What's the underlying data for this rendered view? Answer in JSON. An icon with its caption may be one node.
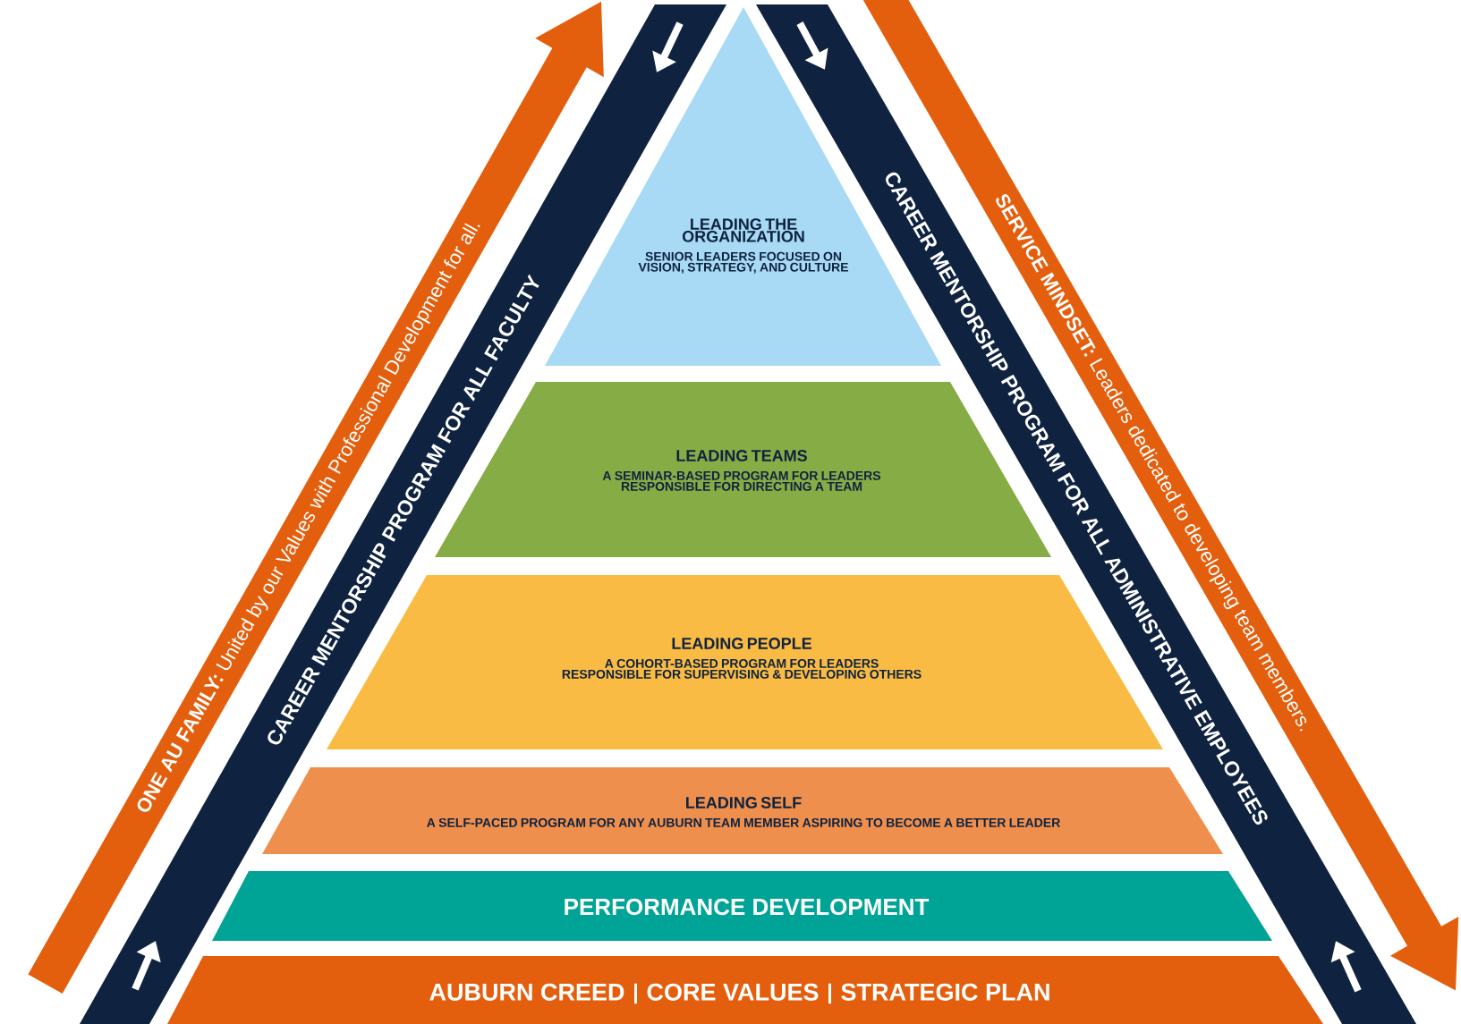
{
  "diagram": {
    "nodes": [
      {
        "text": [
          "LEADING THE ORGANIZATION",
          "SENIOR LEADERS FOCUSED ON VISION, STRATEGY, AND CULTURE"
        ]
      },
      {
        "text": [
          "LEADING TEAMS",
          "A SEMINAR-BASED PROGRAM FOR LEADERS RESPONSIBLE FOR DIRECTING A TEAM"
        ]
      },
      {
        "text": [
          "LEADING PEOPLE",
          "A COHORT-BASED PROGRAM FOR LEADERS RESPONSIBLE FOR SUPERVISING & DEVELOPING OTHERS"
        ]
      },
      {
        "text": [
          "LEADING SELF",
          "A SELF-PACED PROGRAM FOR ANY AUBURN TEAM MEMBER ASPIRING TO BECOME A BETTER LEADER"
        ]
      },
      {
        "text": [
          "PERFORMANCE DEVELOPMENT"
        ]
      },
      {
        "text": [
          "AUBURN CREED",
          "CORE VALUES",
          "STRATEGIC PLAN"
        ]
      },
      {
        "text": [
          "CAREER MENTORSHIP PROGRAM FOR ALL FACULTY"
        ]
      },
      {
        "text": [
          "CAREER MENTORSHIP PROGRAM FOR ALL ADMINISTRATIVE EMPLOYEES"
        ]
      },
      {
        "text": [
          "**ONE AU FAMILY:** United by our Values with Professional Development for all."
        ]
      },
      {
        "text": [
          "**SERVICE MINDSET:** Leaders dedicated to developing team members."
        ]
      }
    ]
  }
}
